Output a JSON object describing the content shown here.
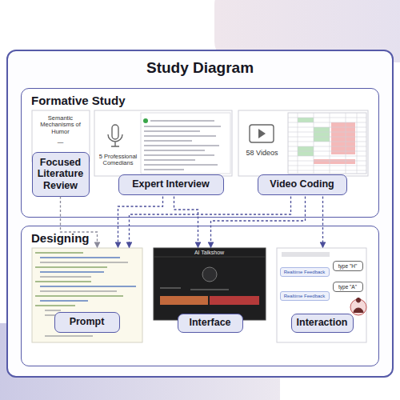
{
  "diagram": {
    "nodes": [
      {
        "text": [
          "Study Diagram"
        ]
      },
      {
        "text": [
          "Formative Study"
        ],
        "in": 0
      },
      {
        "text": [
          "Semantic Mechanisms of Humor",
          "—",
          "Focused Literature Review"
        ],
        "in": 1
      },
      {
        "text": [
          "5 Professional Comedians",
          "Expert Interview"
        ],
        "in": 1
      },
      {
        "text": [
          "58 Videos",
          "Video Coding"
        ],
        "in": 1
      },
      {
        "text": [
          "Designing"
        ],
        "in": 0
      },
      {
        "text": [
          "Prompt"
        ],
        "in": 5
      },
      {
        "text": [
          "AI Talkshow",
          "Interface"
        ],
        "in": 5
      },
      {
        "text": [
          "Realtime Feedback",
          "type \"H\"",
          "Realtime Feedback",
          "type \"A\"",
          "Interaction"
        ],
        "in": 5
      }
    ],
    "edges": [
      {
        "from": 2,
        "to": 6,
        "arrow": "to"
      },
      {
        "from": 3,
        "to": 6,
        "arrow": "to"
      },
      {
        "from": 3,
        "to": 7,
        "arrow": "to"
      },
      {
        "from": 4,
        "to": 6,
        "arrow": "to"
      },
      {
        "from": 4,
        "to": 7,
        "arrow": "to"
      },
      {
        "from": 4,
        "to": 8,
        "arrow": "to"
      }
    ]
  }
}
